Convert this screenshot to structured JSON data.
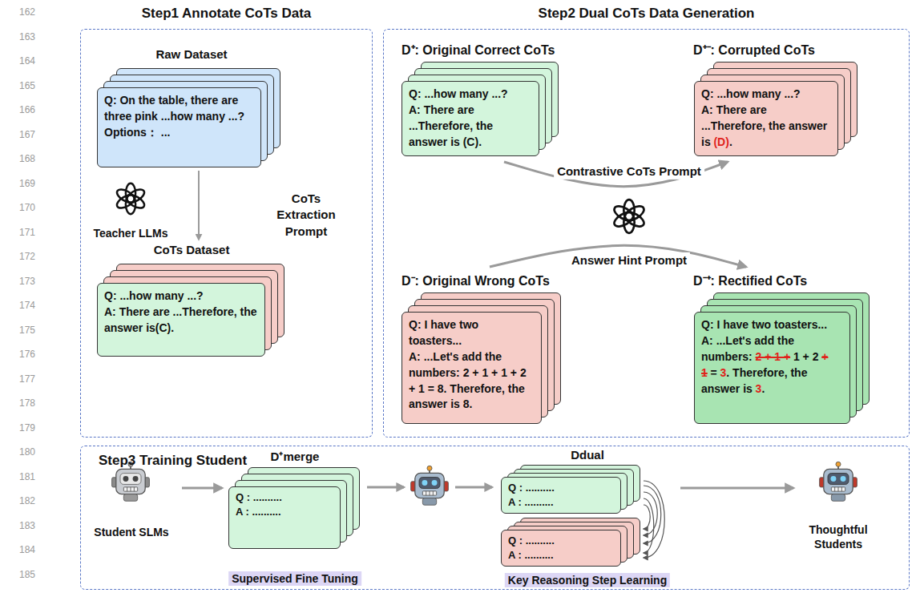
{
  "diagram": {
    "nodes": [
      {
        "text": [
          "Step1 Annotate CoTs Data"
        ]
      },
      {
        "text": [
          "Raw Dataset"
        ],
        "in": 0
      },
      {
        "text": [
          "Q: On the table, there are three pink ...how many ...?",
          "Options： ..."
        ],
        "in": 1
      },
      {
        "text": [
          "CoTs Dataset"
        ],
        "in": 0
      },
      {
        "text": [
          "Q: ...how many ...?",
          "A: There are ...Therefore, the answer is(C)."
        ],
        "in": 3
      },
      {
        "text": [
          "Step2 Dual CoTs Data Generation"
        ]
      },
      {
        "text": [
          "D⁺: Original Correct CoTs"
        ],
        "in": 5
      },
      {
        "text": [
          "Q: ...how many ...?",
          "A: There are ...Therefore, the answer is (C)."
        ],
        "in": 6
      },
      {
        "text": [
          "D⁺⁻: Corrupted CoTs"
        ],
        "in": 5
      },
      {
        "text": [
          "Q: ...how many ...?",
          "A: There are ...Therefore, the answer is",
          "(D)",
          "."
        ],
        "in": 8
      },
      {
        "text": [
          "D⁻: Original Wrong CoTs"
        ],
        "in": 5
      },
      {
        "text": [
          "Q: I have two toasters...",
          "A: ...Let's add the numbers: 2 + 1 + 1 + 2 + 1 = 8. Therefore, the answer is 8."
        ],
        "in": 10
      },
      {
        "text": [
          "D⁻⁺: Rectified CoTs"
        ],
        "in": 5
      },
      {
        "text": [
          "Q: I have two toasters...",
          "A: ...Let's add the numbers:",
          "2 + 1 +",
          "1 + 2",
          "+ 1",
          "=",
          "3",
          ". Therefore, the answer is",
          "3",
          "."
        ],
        "in": 12
      },
      {
        "text": [
          "Step3 Training Student"
        ]
      },
      {
        "text": [
          "Student SLMs"
        ],
        "in": 14
      },
      {
        "text": [
          "D⁺merge",
          "Supervised Fine Tuning"
        ],
        "in": 14
      },
      {
        "text": [
          "Q : ..........",
          "A : .........."
        ],
        "in": 16
      },
      {
        "text": [
          "Ddual",
          "Key Reasoning Step Learning"
        ],
        "in": 14
      },
      {
        "text": [
          "Q : ..........",
          "A : .........."
        ],
        "in": 18
      },
      {
        "text": [
          "Q : ..........",
          "A : .........."
        ],
        "in": 18
      },
      {
        "text": [
          "Thoughtful Students"
        ],
        "in": 14
      }
    ],
    "edges": [
      {
        "from": 1,
        "to": 3,
        "arrow": "to",
        "label": "CoTs Extraction Prompt"
      },
      {
        "from": 6,
        "to": 8,
        "arrow": "to",
        "label": "Contrastive CoTs Prompt"
      },
      {
        "from": 10,
        "to": 12,
        "arrow": "to",
        "label": "Answer Hint Prompt"
      },
      {
        "from": 15,
        "to": 16,
        "arrow": "to"
      },
      {
        "from": 18,
        "to": 21,
        "arrow": "to"
      }
    ],
    "labels": [
      "162",
      "163",
      "164",
      "165",
      "166",
      "167",
      "168",
      "169",
      "170",
      "171",
      "172",
      "173",
      "174",
      "175",
      "176",
      "177",
      "178",
      "179",
      "180",
      "181",
      "182",
      "183",
      "184",
      "185",
      "Teacher LLMs"
    ]
  }
}
